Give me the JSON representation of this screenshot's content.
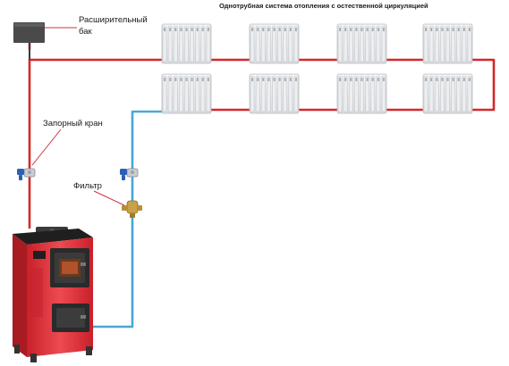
{
  "title": "Однотрубная система отопления с остественной циркуляцией",
  "labels": {
    "expansion_tank_line1": "Расширительный",
    "expansion_tank_line2": "бак",
    "shutoff_valve": "Запорный кран",
    "filter": "Фильтр"
  },
  "colors": {
    "supply_pipe": "#d6272b",
    "return_pipe": "#4aa6d6",
    "boiler_body": "#e0313a",
    "boiler_dark": "#2a2a2a",
    "radiator": "#e6e8ea",
    "tank": "#4a4a4a",
    "valve_handle": "#2e5fb8",
    "filter_body": "#c8a24a"
  },
  "icons": [
    "expansion-tank-icon",
    "radiator-icon",
    "shutoff-valve-icon",
    "filter-icon",
    "boiler-icon"
  ]
}
